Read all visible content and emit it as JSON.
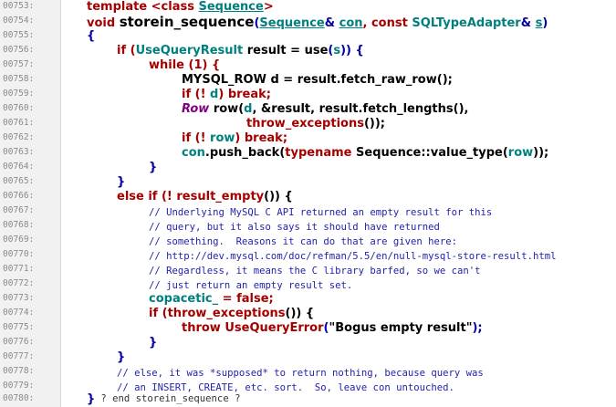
{
  "line_numbers": [
    "00753:",
    "00754:",
    "00755:",
    "00756:",
    "00757:",
    "00758:",
    "00759:",
    "00760:",
    "00761:",
    "00762:",
    "00763:",
    "00764:",
    "00765:",
    "00766:",
    "00767:",
    "00768:",
    "00769:",
    "00770:",
    "00771:",
    "00772:",
    "00773:",
    "00774:",
    "00775:",
    "00776:",
    "00777:",
    "00778:",
    "00779:",
    "00780:"
  ],
  "code": {
    "l753": {
      "a": "template <class ",
      "b": "Sequence",
      "c": ">"
    },
    "l754": {
      "a": "void ",
      "b": "storein_sequence",
      "c": "(",
      "d": "Sequence",
      "e": "& ",
      "f": "con",
      "g": ", const ",
      "h": "SQLTypeAdapter",
      "i": "& ",
      "j": "s",
      ")": ")"
    },
    "l755": "{",
    "l756": {
      "a": "if (",
      "b": "UseQueryResult",
      "c": " result = ",
      "d": "use",
      "e": "(",
      "f": "s",
      "g": ")) {"
    },
    "l757": {
      "a": "while (",
      "b": "1",
      "c": ") {"
    },
    "l758": {
      "a": "MYSQL_ROW d = result.fetch_raw_row();"
    },
    "l759": {
      "a": "if (! ",
      "b": "d",
      "c": ") break;"
    },
    "l760": {
      "a": "Row",
      "b": " row(",
      "c": "d",
      "d": ", &result, result.fetch_lengths(),"
    },
    "l761": {
      "a": "throw_exceptions",
      "b": "());"
    },
    "l762": {
      "a": "if (! ",
      "b": "row",
      "c": ") break;"
    },
    "l763": {
      "a": "con",
      "b": ".push_back(",
      "c": "typename",
      "d": " Sequence::value_type(",
      "e": "row",
      "f": "));"
    },
    "l764": "}",
    "l765": "}",
    "l766": {
      "a": "else if (! ",
      "b": "result_empty",
      "c": "()) {"
    },
    "l767": "// Underlying MySQL C API returned an empty result for this",
    "l768": "// query, but it also says it should have returned",
    "l769": "// something.  Reasons it can do that are given here:",
    "l770": "// http://dev.mysql.com/doc/refman/5.5/en/null-mysql-store-result.html",
    "l771": "// Regardless, it means the C library barfed, so we can't",
    "l772": "// just return an empty result set.",
    "l773": {
      "a": "copacetic_",
      "b": " = false;"
    },
    "l774": {
      "a": "if (",
      "b": "throw_exceptions",
      "c": "()) {"
    },
    "l775": {
      "a": "throw ",
      "b": "UseQueryError",
      "c": "(",
      "d": "\"Bogus empty result\"",
      "e": ");"
    },
    "l776": "}",
    "l777": "}",
    "l778": "// else, it was *supposed* to return nothing, because query was",
    "l779": "// an INSERT, CREATE, etc. sort.  So, leave con untouched.",
    "l780": {
      "a": "}",
      "b": " ? end storein_sequence ?"
    }
  }
}
